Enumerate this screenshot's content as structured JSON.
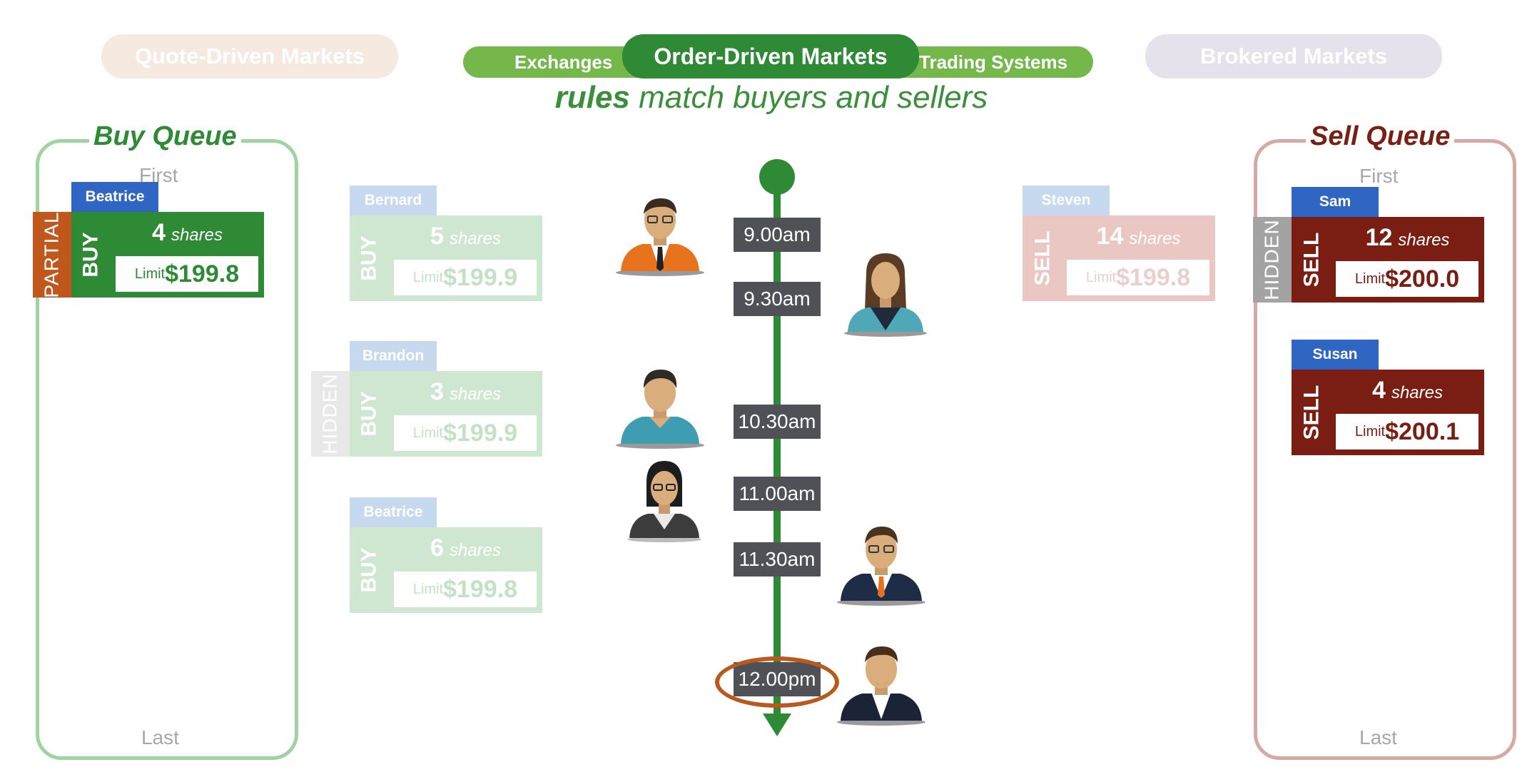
{
  "header": {
    "quote_driven": "Quote-Driven Markets",
    "exchanges": "Exchanges",
    "order_driven": "Order-Driven Markets",
    "trading_systems": "Trading Systems",
    "brokered": "Brokered Markets",
    "rules_bold": "rules",
    "rules_rest": " match buyers and sellers"
  },
  "buy_queue": {
    "title": "Buy Queue",
    "first": "First",
    "last": "Last",
    "orders": [
      {
        "name": "Beatrice",
        "side": "BUY",
        "qty": "4",
        "unit": "shares",
        "limit_word": "Limit",
        "price": "$199.8",
        "flag": "PARTIAL"
      }
    ]
  },
  "sell_queue": {
    "title": "Sell Queue",
    "first": "First",
    "last": "Last",
    "orders": [
      {
        "name": "Sam",
        "side": "SELL",
        "qty": "12",
        "unit": "shares",
        "limit_word": "Limit",
        "price": "$200.0",
        "flag": "HIDDEN"
      },
      {
        "name": "Susan",
        "side": "SELL",
        "qty": "4",
        "unit": "shares",
        "limit_word": "Limit",
        "price": "$200.1"
      }
    ]
  },
  "incoming_orders": [
    {
      "name": "Bernard",
      "side": "BUY",
      "qty": "5",
      "unit": "shares",
      "limit_word": "Limit",
      "price": "$199.9"
    },
    {
      "name": "Brandon",
      "side": "BUY",
      "qty": "3",
      "unit": "shares",
      "limit_word": "Limit",
      "price": "$199.9",
      "flag": "HIDDEN"
    },
    {
      "name": "Beatrice",
      "side": "BUY",
      "qty": "6",
      "unit": "shares",
      "limit_word": "Limit",
      "price": "$199.8"
    },
    {
      "name": "Steven",
      "side": "SELL",
      "qty": "14",
      "unit": "shares",
      "limit_word": "Limit",
      "price": "$199.8"
    }
  ],
  "timeline": {
    "times": [
      "9.00am",
      "9.30am",
      "10.30am",
      "11.00am",
      "11.30am",
      "12.00pm"
    ],
    "current": "12.00pm"
  },
  "avatars": [
    "man-glasses-orange-icon",
    "woman-long-hair-icon",
    "man-teal-shirt-icon",
    "woman-glasses-icon",
    "man-suit-glasses-icon",
    "man-goatee-suit-icon"
  ],
  "colors": {
    "buy_green": "#2e8a35",
    "sell_red": "#7a1d13",
    "name_blue": "#2f66c4",
    "partial_orange": "#c0581e",
    "highlight_ring": "#b85a1e"
  }
}
